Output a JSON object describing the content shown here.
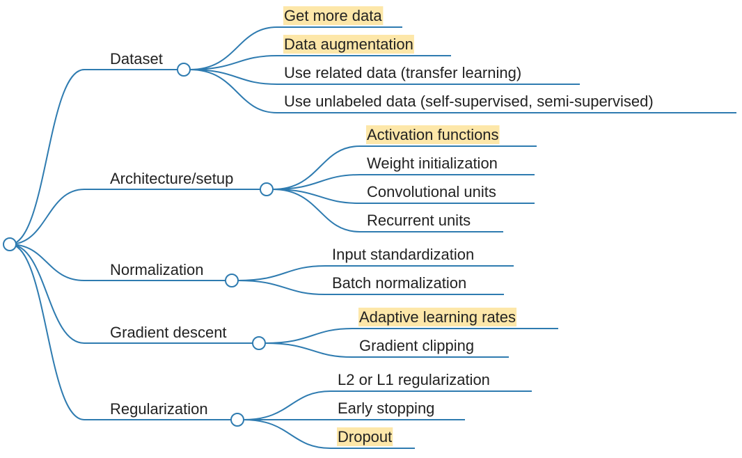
{
  "colors": {
    "line": "#2e7bb0",
    "highlight": "#fde7a9",
    "text": "#222222"
  },
  "categories": [
    {
      "label": "Dataset",
      "items": [
        {
          "label": "Get more data",
          "highlighted": true
        },
        {
          "label": "Data augmentation",
          "highlighted": true
        },
        {
          "label": "Use related data (transfer learning)",
          "highlighted": false
        },
        {
          "label": "Use unlabeled data (self-supervised, semi-supervised)",
          "highlighted": false
        }
      ]
    },
    {
      "label": "Architecture/setup",
      "items": [
        {
          "label": "Activation functions",
          "highlighted": true
        },
        {
          "label": "Weight initialization",
          "highlighted": false
        },
        {
          "label": "Convolutional units",
          "highlighted": false
        },
        {
          "label": "Recurrent units",
          "highlighted": false
        }
      ]
    },
    {
      "label": "Normalization",
      "items": [
        {
          "label": "Input standardization",
          "highlighted": false
        },
        {
          "label": "Batch normalization",
          "highlighted": false
        }
      ]
    },
    {
      "label": "Gradient descent",
      "items": [
        {
          "label": "Adaptive learning rates",
          "highlighted": true
        },
        {
          "label": "Gradient clipping",
          "highlighted": false
        }
      ]
    },
    {
      "label": "Regularization",
      "items": [
        {
          "label": "L2 or L1 regularization",
          "highlighted": false
        },
        {
          "label": "Early stopping",
          "highlighted": false
        },
        {
          "label": "Dropout",
          "highlighted": true
        }
      ]
    }
  ]
}
